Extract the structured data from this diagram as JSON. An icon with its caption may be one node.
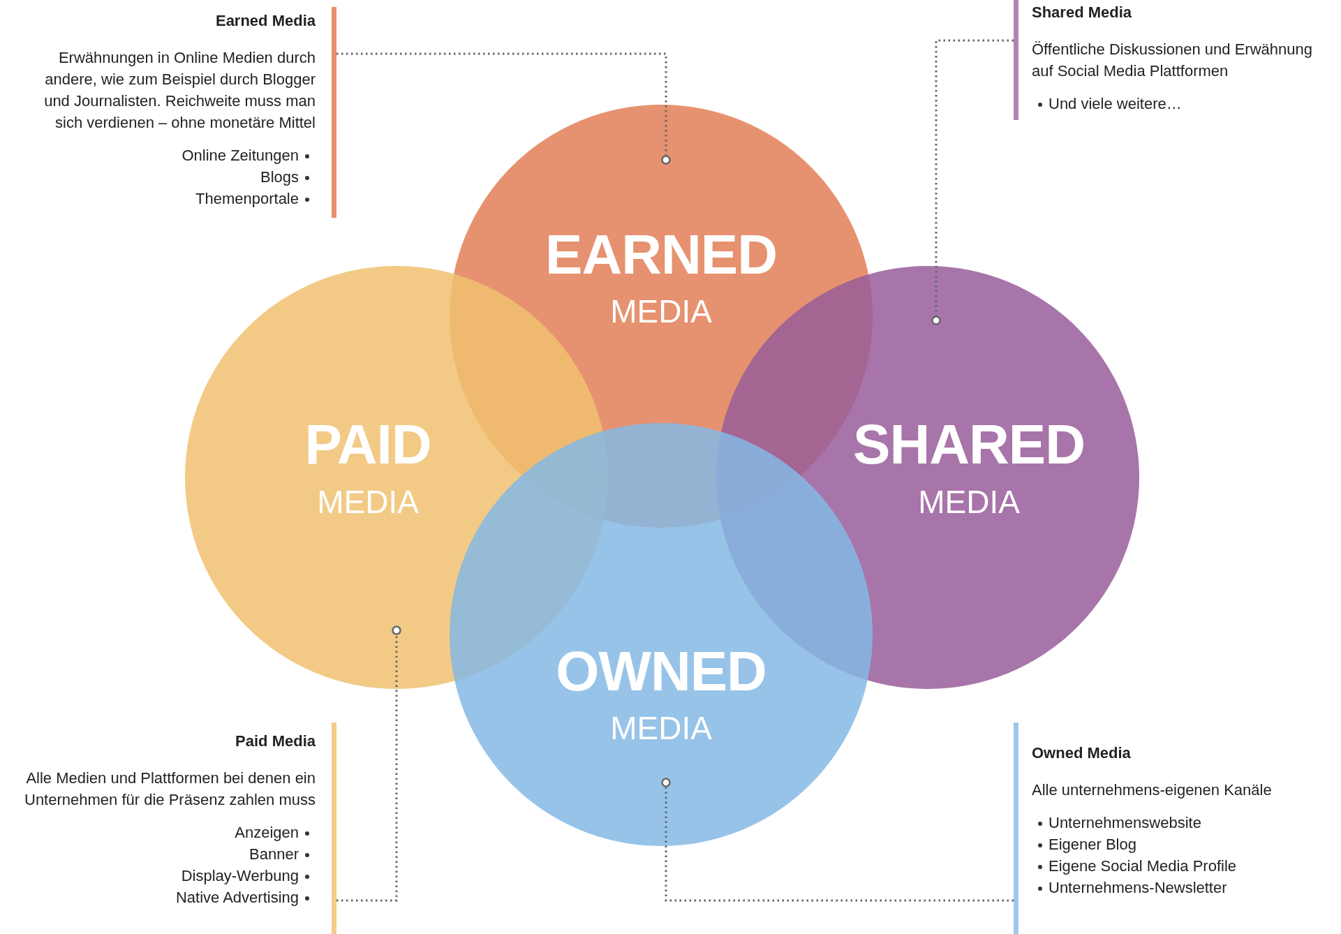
{
  "diagram": {
    "nodes": [
      {
        "text": [
          "Earned Media",
          "Erwähnungen in Online Medien durch andere, wie zum Beispiel durch Blogger und Journalisten. Reichweite muss man sich verdienen – ohne monetäre Mittel",
          "Online Zeitungen",
          "Blogs",
          "Themenportale"
        ]
      },
      {
        "text": [
          "Shared Media",
          "Öffentliche Diskussionen und Erwähnung auf Social Media Plattformen",
          "Und viele weitere…"
        ]
      },
      {
        "text": [
          "EARNED",
          "MEDIA"
        ]
      },
      {
        "text": [],
        "shape": "circle",
        "in": 2
      },
      {
        "text": [
          "PAID",
          "MEDIA"
        ]
      },
      {
        "text": [],
        "shape": "circle",
        "in": 4
      },
      {
        "text": [
          "SHARED",
          "MEDIA"
        ]
      },
      {
        "text": [],
        "shape": "circle",
        "in": 6
      },
      {
        "text": [
          "OWNED",
          "MEDIA"
        ]
      },
      {
        "text": [],
        "shape": "circle",
        "in": 8
      },
      {
        "text": [
          "Paid Media",
          "Alle Medien und Plattformen bei denen ein Unternehmen für die Präsenz zahlen muss",
          "Anzeigen",
          "Banner",
          "Display-Werbung",
          "Native Advertising"
        ]
      },
      {
        "text": [
          "Owned Media",
          "Alle unternehmens-eigenen Kanäle",
          "Unternehmenswebsite",
          "Eigener Blog",
          "Eigene Social Media Profile",
          "Unternehmens-Newsletter"
        ]
      }
    ],
    "edges": [
      {
        "from": 0,
        "to": 3,
        "arrow": "none",
        "style": "dashed"
      },
      {
        "from": 1,
        "to": 7,
        "arrow": "none",
        "style": "dashed"
      },
      {
        "from": 10,
        "to": 5,
        "arrow": "none",
        "style": "dashed"
      },
      {
        "from": 11,
        "to": 9,
        "arrow": "none",
        "style": "dashed"
      }
    ]
  }
}
